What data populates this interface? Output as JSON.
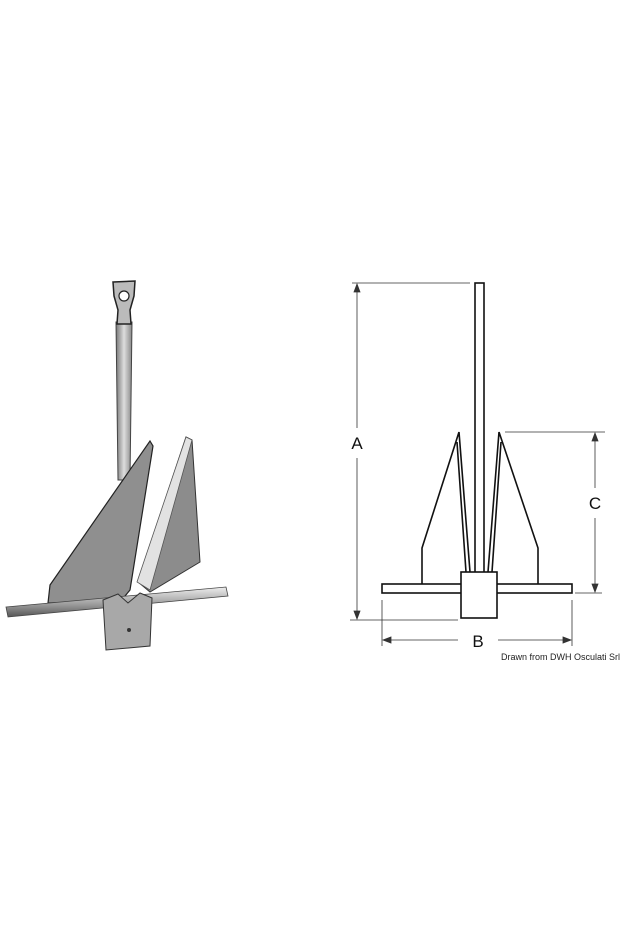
{
  "diagram": {
    "dimension_labels": {
      "a": "A",
      "b": "B",
      "c": "C"
    },
    "credit": "Drawn from DWH Osculati Srl"
  },
  "colors": {
    "line": "#111111",
    "metal_dark": "#8a8a8a",
    "metal_light": "#d8d8d8"
  }
}
